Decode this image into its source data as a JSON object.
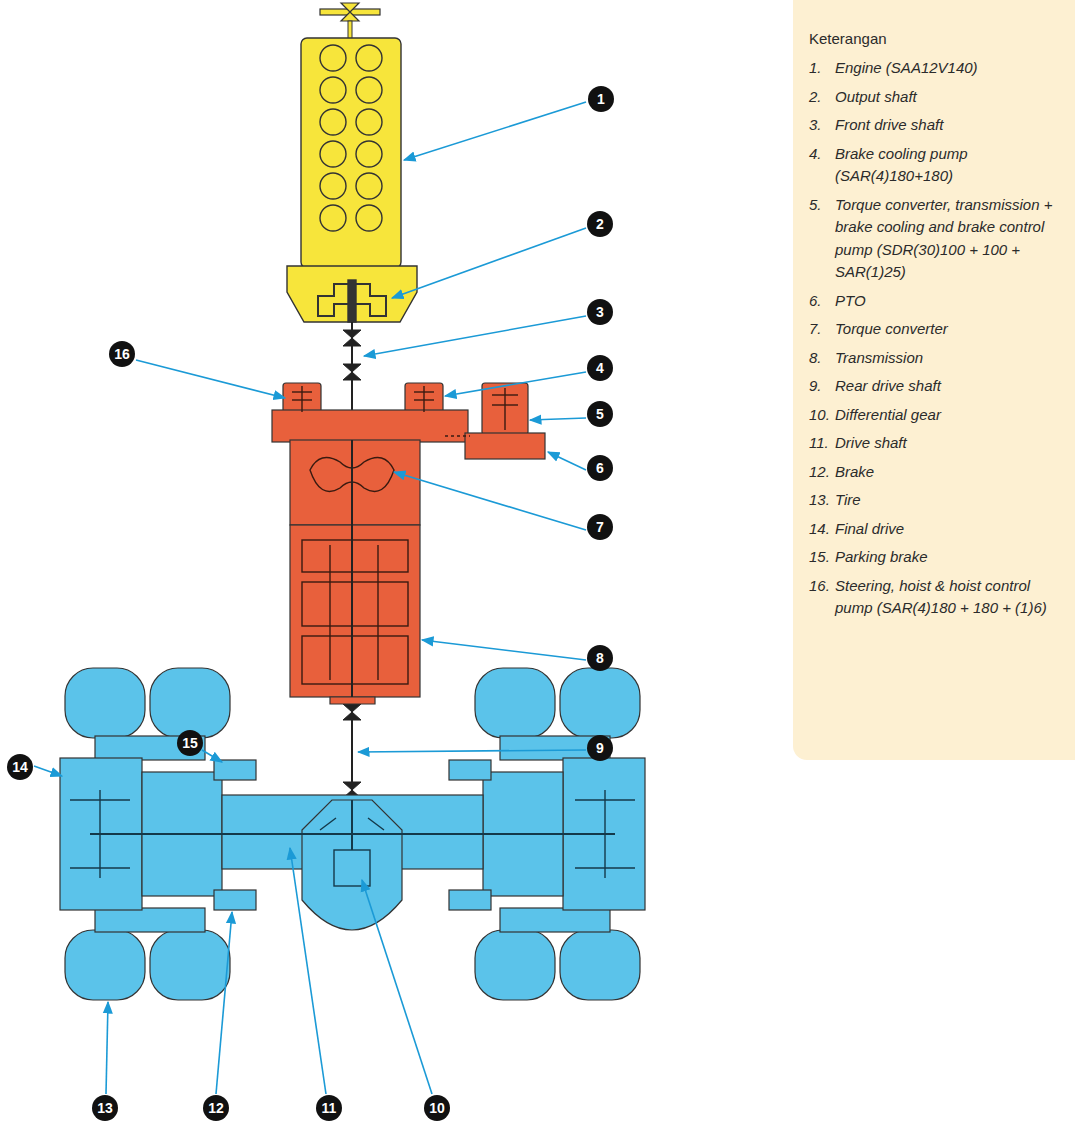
{
  "diagram": {
    "nodes": [
      {
        "text": [
          "1"
        ]
      },
      {
        "text": [
          "2"
        ]
      },
      {
        "text": [
          "3"
        ]
      },
      {
        "text": [
          "4"
        ]
      },
      {
        "text": [
          "5"
        ]
      },
      {
        "text": [
          "6"
        ]
      },
      {
        "text": [
          "7"
        ]
      },
      {
        "text": [
          "8"
        ]
      },
      {
        "text": [
          "9"
        ]
      },
      {
        "text": [
          "10"
        ]
      },
      {
        "text": [
          "11"
        ]
      },
      {
        "text": [
          "12"
        ]
      },
      {
        "text": [
          "13"
        ]
      },
      {
        "text": [
          "14"
        ]
      },
      {
        "text": [
          "15"
        ]
      },
      {
        "text": [
          "16"
        ]
      },
      {
        "text": [
          "Keterangan",
          "1.",
          "Engine (SAA12V140)",
          "2.",
          "Output shaft",
          "3.",
          "Front drive shaft",
          "4.",
          "Brake cooling pump (SAR(4)180+180)",
          "5.",
          "Torque converter, transmission + brake cooling and brake control pump (SDR(30)100 + 100 + SAR(1)25)",
          "6.",
          "PTO",
          "7.",
          "Torque converter",
          "8.",
          "Transmission",
          "9.",
          "Rear drive shaft",
          "10.",
          "Differential gear",
          "11.",
          "Drive shaft",
          "12.",
          "Brake",
          "13.",
          "Tire",
          "14.",
          "Final drive",
          "15.",
          "Parking brake",
          "16.",
          "Steering, hoist & hoist control pump (SAR(4)180 + 180 + (1)6)"
        ]
      }
    ]
  }
}
